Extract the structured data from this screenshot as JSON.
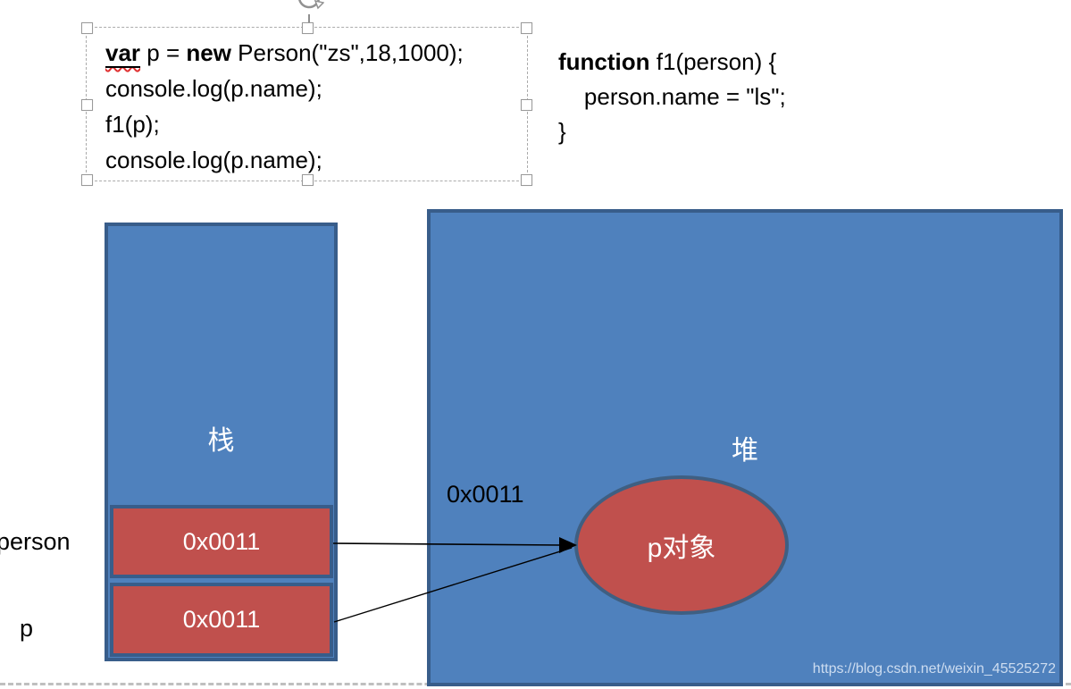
{
  "code_box": {
    "line1": {
      "kw_var": "var",
      "mid": " p = ",
      "kw_new": "new",
      "rest": " Person(\"zs\",18,1000);"
    },
    "line2": "console.log(p.name);",
    "line3": "f1(p);",
    "line4": "console.log(p.name);"
  },
  "function_box": {
    "kw_function": "function",
    "line1_rest": " f1(person) {",
    "line2": "    person.name = \"ls\";",
    "line3": "}"
  },
  "stack": {
    "label": "栈",
    "slot_person": {
      "name": "person",
      "value": "0x0011"
    },
    "slot_p": {
      "name": "p",
      "value": "0x0011"
    }
  },
  "heap": {
    "label": "堆",
    "address_text": "0x0011",
    "object_label": "p对象"
  },
  "watermark": "https://blog.csdn.net/weixin_45525272",
  "colors": {
    "shape_fill": "#4F81BD",
    "shape_border": "#385D8A",
    "slot_fill": "#C0504D",
    "ellipse_border": "#3F5F82"
  }
}
